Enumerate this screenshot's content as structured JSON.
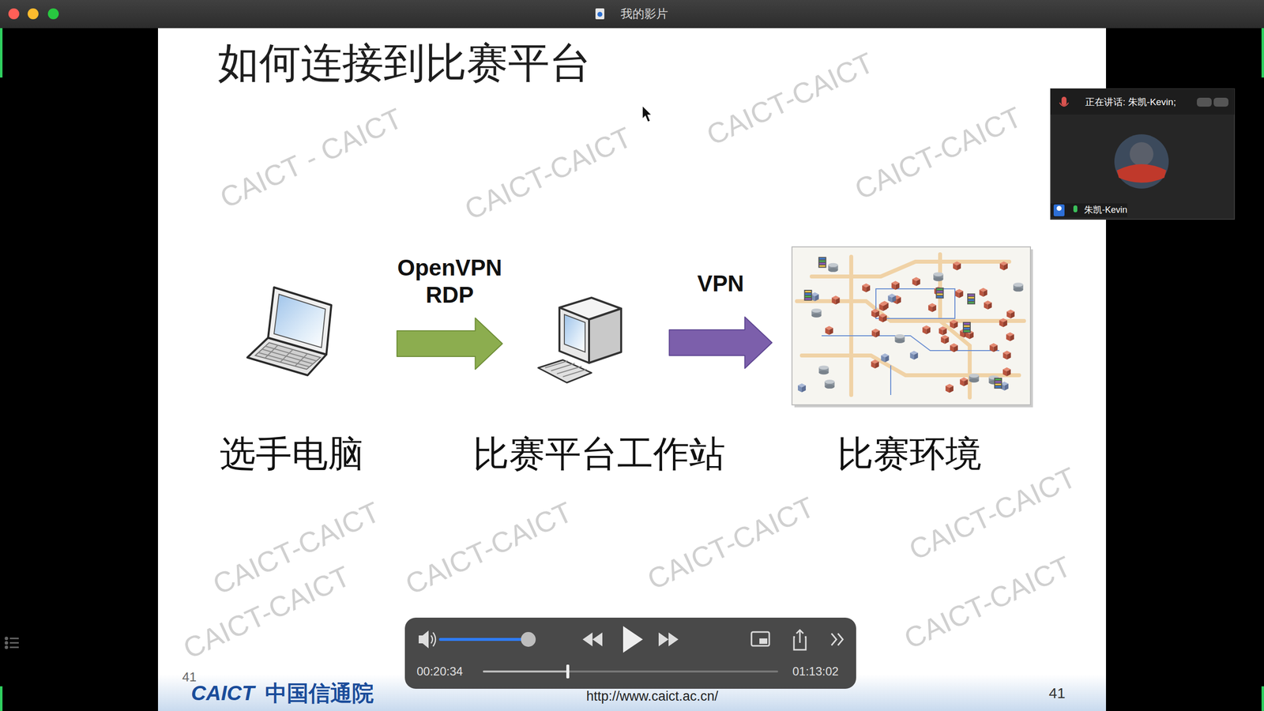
{
  "diagram": {
    "title": "如何连接到比赛平台",
    "nodes": [
      {
        "text": [
          "选手电脑"
        ]
      },
      {
        "text": [
          "比赛平台工作站"
        ]
      },
      {
        "text": [
          "比赛环境"
        ]
      }
    ],
    "edges": [
      {
        "from": 0,
        "to": 1,
        "label": "OpenVPN RDP",
        "arrow": "to"
      },
      {
        "from": 1,
        "to": 2,
        "label": "VPN",
        "arrow": "to"
      }
    ],
    "labels": [
      "我的影片",
      "CAICT - CAICT",
      "CAICT-CAICT",
      "CAICT-CAICT",
      "CAICT-CAICT",
      "CAICT-CAICT",
      "CAICT-CAICT",
      "CAICT-CAICT",
      "CAICT-CAICT",
      "CAICT-CAICT",
      "CAICT-CAICT",
      "正在讲话: 朱凯-Kevin;",
      "朱凯-Kevin",
      "41",
      "CAICT",
      "中国信通院",
      "http://www.caict.ac.cn/",
      "41",
      "00:20:34",
      "01:13:02"
    ]
  }
}
